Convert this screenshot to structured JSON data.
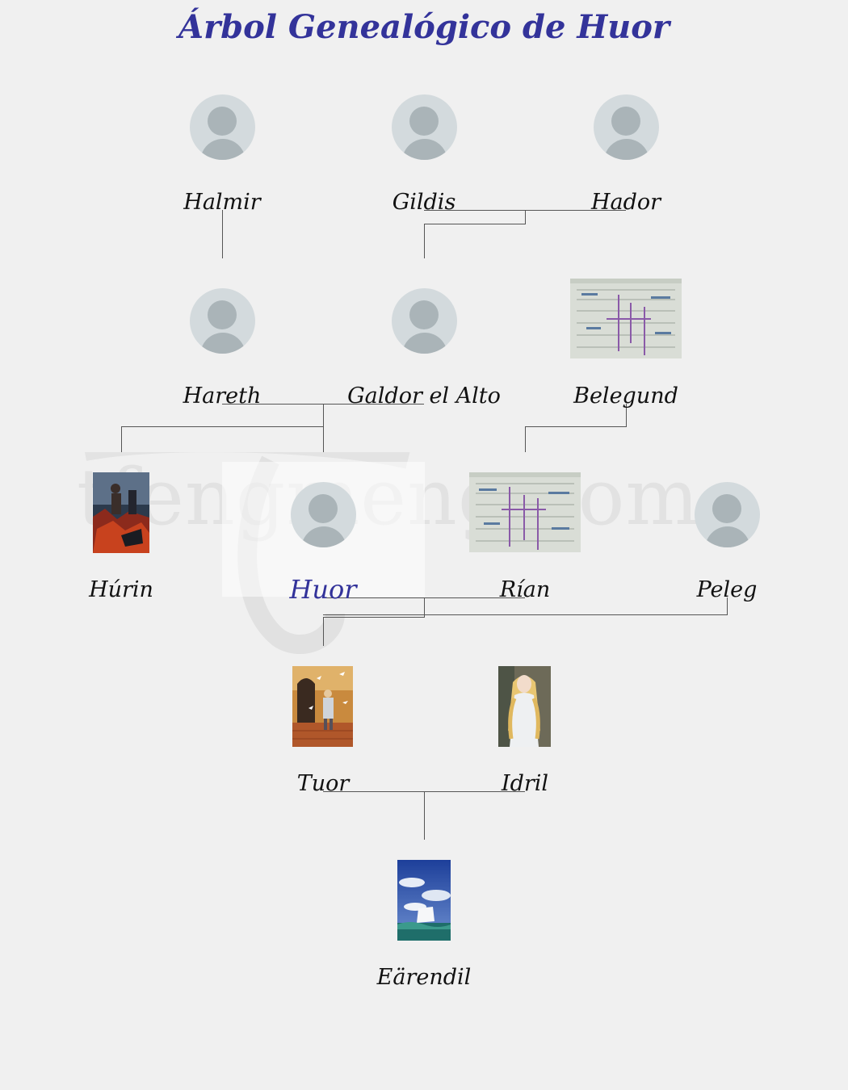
{
  "title": "Árbol Genealógico de Huor",
  "watermark": "tfengmeng.com",
  "colors": {
    "title": "#33339a",
    "focus": "#33339a",
    "background": "#f0f0f0"
  },
  "people": {
    "halmir": {
      "name": "Halmir",
      "picture": "person-placeholder-icon"
    },
    "gildis": {
      "name": "Gildis",
      "picture": "person-placeholder-icon"
    },
    "hador": {
      "name": "Hador",
      "picture": "person-placeholder-icon"
    },
    "hareth": {
      "name": "Hareth",
      "picture": "person-placeholder-icon"
    },
    "galdor": {
      "name": "Galdor el Alto",
      "picture": "person-placeholder-icon"
    },
    "belegund": {
      "name": "Belegund",
      "picture": "genealogy-chart-image"
    },
    "hurin": {
      "name": "Húrin",
      "picture": "battle-painting"
    },
    "huor": {
      "name": "Huor",
      "picture": "person-placeholder-icon"
    },
    "rian": {
      "name": "Rían",
      "picture": "genealogy-chart-image"
    },
    "peleg": {
      "name": "Peleg",
      "picture": "person-placeholder-icon"
    },
    "tuor": {
      "name": "Tuor",
      "picture": "warrior-painting"
    },
    "idril": {
      "name": "Idril",
      "picture": "golden-haired-woman-painting"
    },
    "earendil": {
      "name": "Eärendil",
      "picture": "ship-at-sea-painting"
    }
  }
}
